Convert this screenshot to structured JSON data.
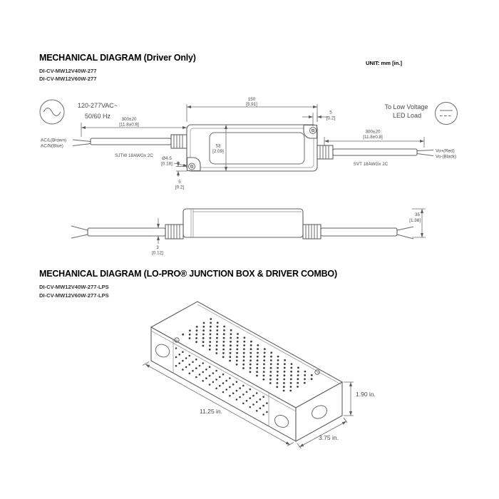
{
  "unit_label": "UNIT: mm [in.]",
  "colors": {
    "heading": "#000000",
    "diagram_line": "#6b6b6b",
    "diagram_text": "#4a4a4a"
  },
  "section1": {
    "title": "MECHANICAL DIAGRAM (Driver Only)",
    "models": [
      "DI-CV-MW12V40W-277",
      "DI-CV-MW12V60W-277"
    ]
  },
  "section2": {
    "title": "MECHANICAL DIAGRAM (LO-PRO® JUNCTION BOX & DRIVER COMBO)",
    "models": [
      "DI-CV-MW12V40W-277-LPS",
      "DI-CV-MW12V60W-277-LPS"
    ]
  },
  "top_view": {
    "input_rating_line1": "120-277VAC~",
    "input_rating_line2": "50/60 Hz",
    "ac_wire_label_1": "AC/L(Brown)",
    "ac_wire_label_2": "AC/N(Blue)",
    "input_cable_label": "SJTW 18AWGx 2C",
    "output_cable_label": "SVT 18AWGx 2C",
    "output_load_line1": "To Low Voltage",
    "output_load_line2": "LED Load",
    "output_wire_label_1": "Vo+(Red)",
    "output_wire_label_2": "Vo-(Black)",
    "dims": {
      "input_lead_length": [
        "300±20",
        "[11.8±0.8]"
      ],
      "output_lead_length": [
        "300±20",
        "[11.8±0.8]"
      ],
      "body_length": [
        "150",
        "[5.91]"
      ],
      "body_width": [
        "53",
        "[2.09]"
      ],
      "hole_offset_top": [
        "5",
        "[0.2]"
      ],
      "hole_offset_bottom": [
        "5",
        "[0.2]"
      ],
      "hole_diameter": [
        "Ø4.5",
        "[0.18]"
      ]
    }
  },
  "side_view": {
    "dims": {
      "body_height": [
        "35",
        "[1.38]"
      ],
      "lead_offset": [
        "3",
        "[0.12]"
      ]
    }
  },
  "junction_box": {
    "dims": {
      "length": "11.25 in.",
      "height": "1.90 in.",
      "depth": "3.75 in."
    }
  }
}
